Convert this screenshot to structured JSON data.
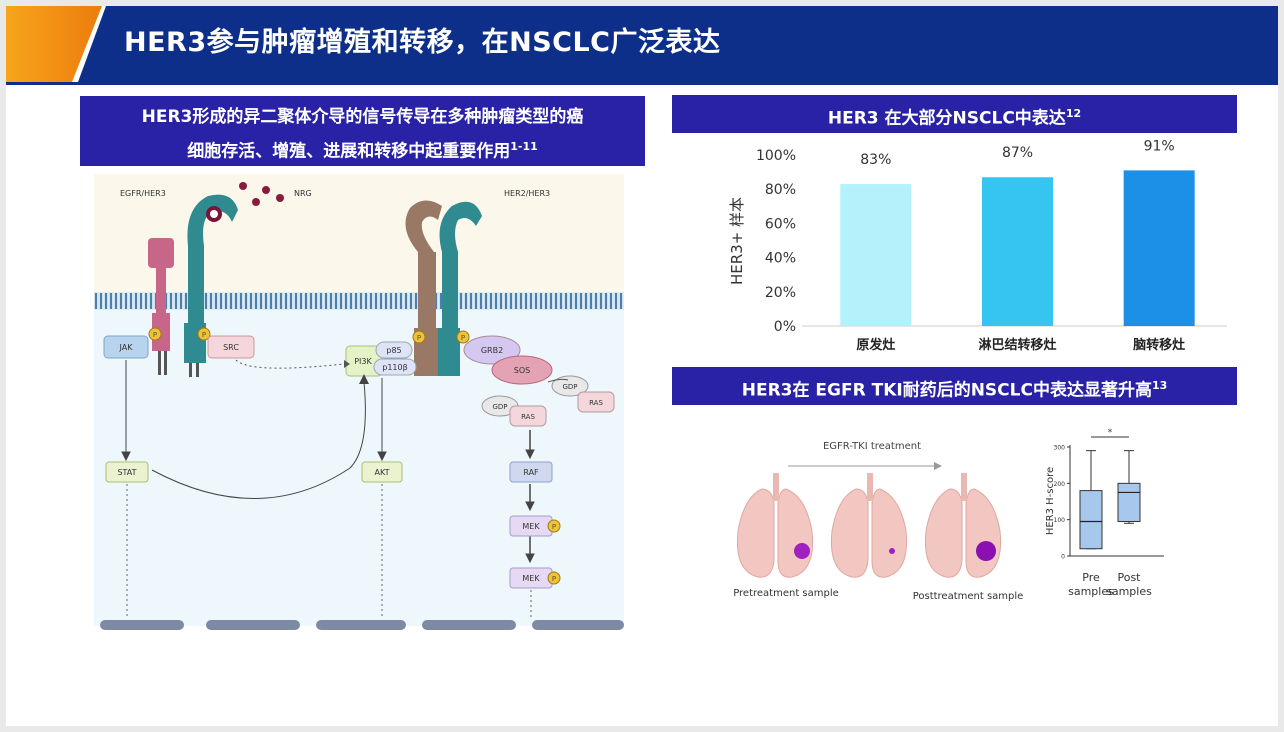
{
  "header": {
    "title": "HER3参与肿瘤增殖和转移，在NSCLC广泛表达"
  },
  "left_panel": {
    "banner_line1": "HER3形成的异二聚体介导的信号传导在多种肿瘤类型的癌",
    "banner_line2": "细胞存活、增殖、进展和转移中起重要作用",
    "banner_ref": "1-11",
    "labels": {
      "egfr_her3": "EGFR/HER3",
      "nrg": "NRG",
      "her2_her3": "HER2/HER3",
      "jak": "JAK",
      "src": "SRC",
      "pi3k": "PI3K",
      "p85": "p85",
      "p110b": "p110β",
      "grb2": "GRB2",
      "sos": "SOS",
      "gdp1": "GDP",
      "ras1": "RAS",
      "gdp2": "GDP",
      "ras2": "RAS",
      "stat": "STAT",
      "akt": "AKT",
      "raf": "RAF",
      "mek1": "MEK",
      "mek2": "MEK",
      "p": "P"
    }
  },
  "bar_panel": {
    "banner": "HER3 在大部分NSCLC中表达",
    "banner_ref": "12",
    "chart_data": {
      "type": "bar",
      "categories": [
        "原发灶",
        "淋巴结转移灶",
        "脑转移灶"
      ],
      "values": [
        83,
        87,
        91
      ],
      "value_labels": [
        "83%",
        "87%",
        "91%"
      ],
      "ylabel": "HER3+ 样本",
      "ylim": [
        0,
        100
      ],
      "yticks": [
        "0%",
        "20%",
        "40%",
        "60%",
        "80%",
        "100%"
      ],
      "colors": [
        "#b3f2fb",
        "#36c5f0",
        "#1c8fe6"
      ],
      "grid": false
    }
  },
  "box_panel": {
    "banner": "HER3在 EGFR TKI耐药后的NSCLC中表达显著升高",
    "banner_ref": "13",
    "treatment_label": "EGFR-TKI treatment",
    "pre_label": "Pretreatment sample",
    "post_label": "Posttreatment sample",
    "significance": "*",
    "chart_data": {
      "type": "box",
      "ylabel": "HER3 H-score",
      "ylim": [
        0,
        300
      ],
      "yticks": [
        "0",
        "100",
        "200",
        "300"
      ],
      "categories": [
        "Pre samples",
        "Post samples"
      ],
      "xtick_lines": [
        [
          "Pre",
          "samples"
        ],
        [
          "Post",
          "samples"
        ]
      ],
      "boxes": [
        {
          "min": 20,
          "q1": 20,
          "median": 95,
          "q3": 180,
          "max": 290
        },
        {
          "min": 90,
          "q1": 95,
          "median": 175,
          "q3": 200,
          "max": 290
        }
      ],
      "box_color": "#a6c8ec"
    }
  }
}
